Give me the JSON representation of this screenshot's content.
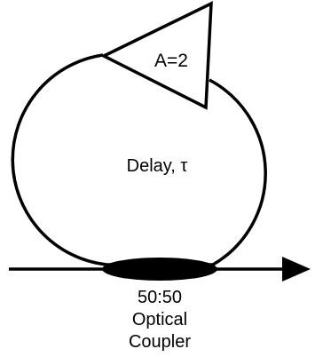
{
  "diagram": {
    "amplifier_label": "A=2",
    "delay_label": "Delay, τ",
    "coupler_label_line1": "50:50",
    "coupler_label_line2": "Optical",
    "coupler_label_line3": "Coupler"
  },
  "colors": {
    "stroke": "#000000",
    "background": "#ffffff"
  },
  "icons": {
    "amplifier": "triangle-amplifier-icon",
    "coupler": "filled-ellipse-coupler-icon",
    "arrow": "arrow-head-icon"
  }
}
